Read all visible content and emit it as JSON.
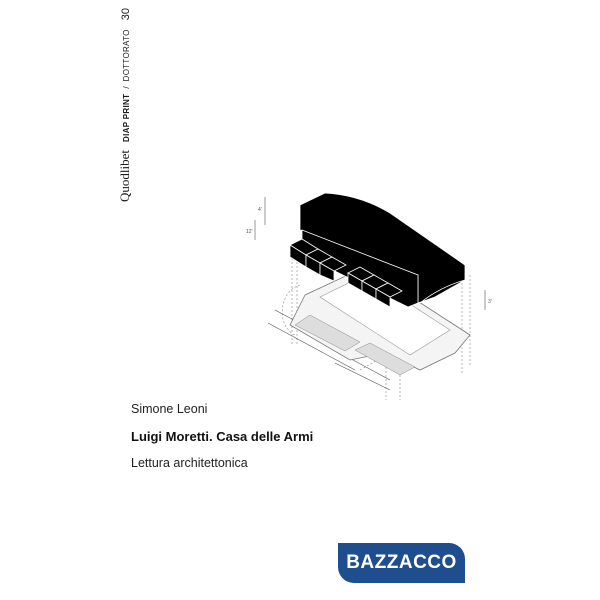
{
  "cover": {
    "spine": {
      "publisher": "Quodlibet",
      "series": "DIAP PRINT",
      "separator": "/",
      "subseries": "DOTTORATO",
      "number": "30"
    },
    "author": "Simone Leoni",
    "title": "Luigi Moretti. Casa delle Armi",
    "subtitle": "Lettura architettonica",
    "illustration": "axonometric-drawing"
  },
  "badge": {
    "label": "BAZZACCO",
    "color": "#1f4e8f"
  },
  "colors": {
    "background": "#ffffff",
    "text": "#111111",
    "drawing_solid": "#000000"
  }
}
